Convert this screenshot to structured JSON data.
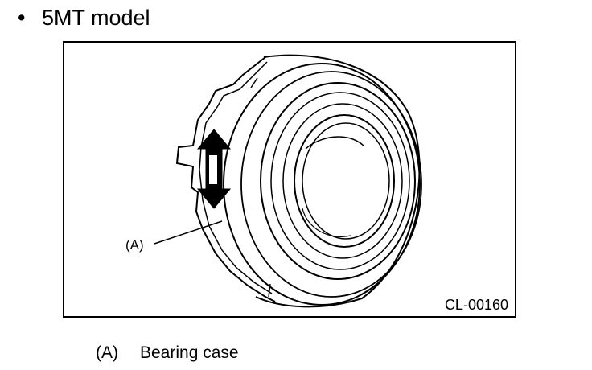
{
  "heading": {
    "bullet": "•",
    "text": "5MT model"
  },
  "figure": {
    "callout_label": "(A)",
    "code": "CL-00160",
    "icon": "release-bearing-illustration",
    "arrow_icon": "double-arrow-icon"
  },
  "legend": {
    "key": "(A)",
    "description": "Bearing case"
  }
}
